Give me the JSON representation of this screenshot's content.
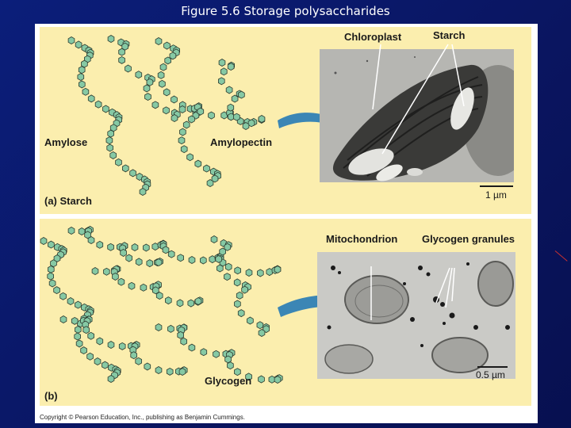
{
  "slide": {
    "title": "Figure 5.6  Storage polysaccharides"
  },
  "panel_a": {
    "part_label": "(a) Starch",
    "amylose_label": "Amylose",
    "amylopectin_label": "Amylopectin",
    "chloroplast_label": "Chloroplast",
    "starch_label": "Starch",
    "scale_label": "1 µm"
  },
  "panel_b": {
    "part_label": "(b)",
    "glycogen_label": "Glycogen",
    "mitochondrion_label": "Mitochondrion",
    "granules_label": "Glycogen granules",
    "scale_label": "0.5 µm"
  },
  "footer": {
    "copyright": "Copyright © Pearson Education, Inc., publishing as Benjamin Cummings."
  },
  "colors": {
    "background": "#0b1e7a",
    "panel": "#fbeeae",
    "arrow": "#3b86b5",
    "glucose": "#86c9a4"
  }
}
